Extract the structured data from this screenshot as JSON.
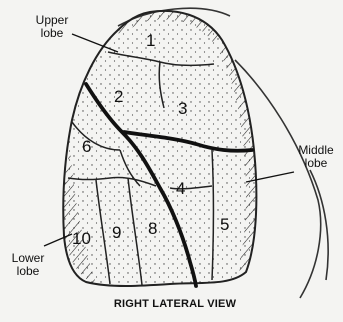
{
  "labels": {
    "upper_lobe": [
      "Upper",
      "lobe"
    ],
    "middle_lobe": [
      "Middle",
      "lobe"
    ],
    "lower_lobe": [
      "Lower",
      "lobe"
    ]
  },
  "caption": "RIGHT LATERAL VIEW",
  "segments": [
    "1",
    "2",
    "3",
    "4",
    "5",
    "6",
    "8",
    "9",
    "10"
  ]
}
